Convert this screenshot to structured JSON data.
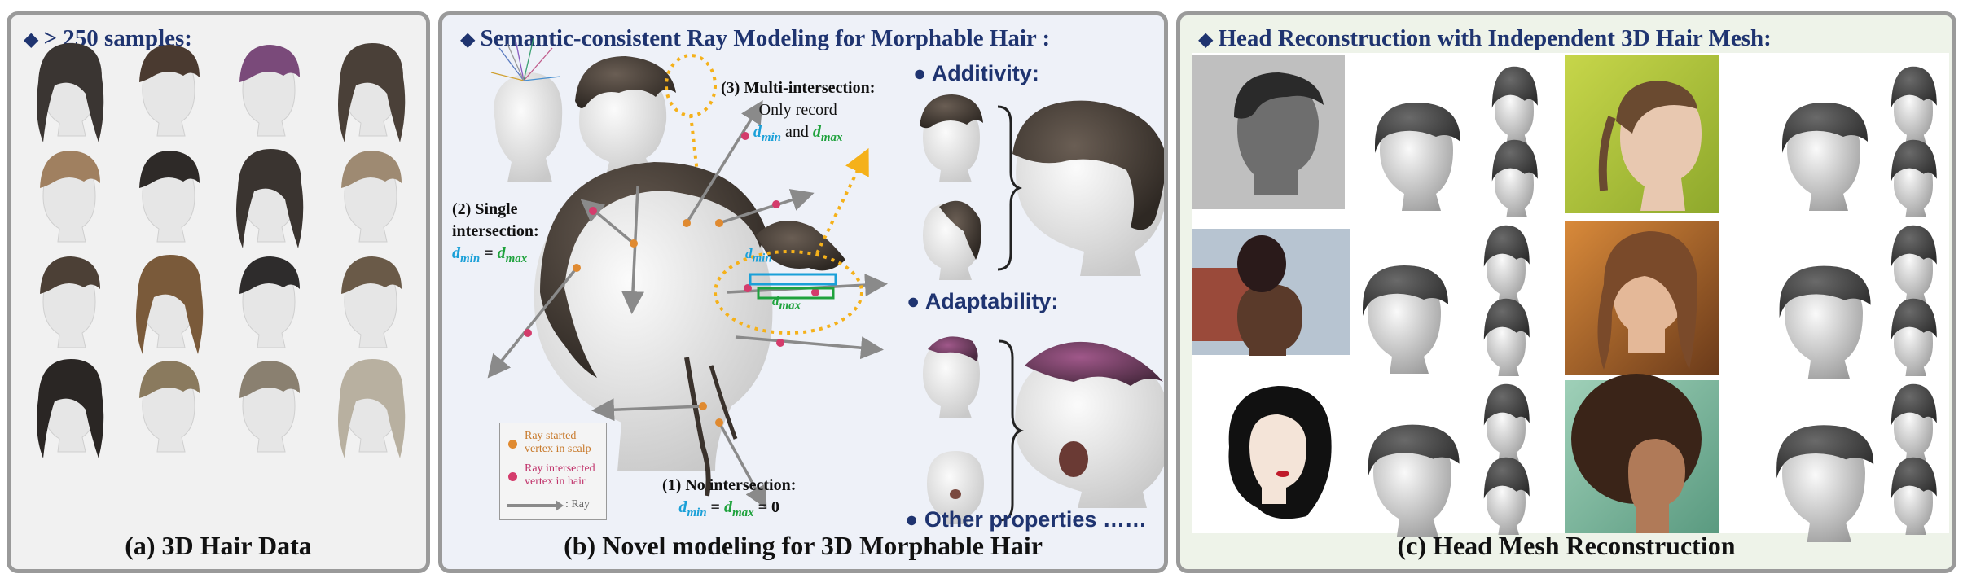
{
  "panel_a": {
    "title": "> 250 samples:",
    "caption": "(a) 3D Hair Data",
    "hair_colors": [
      "#3a3532",
      "#4a3a30",
      "#7a4a7a",
      "#4a4038",
      "#a08060",
      "#2e2a28",
      "#3a3430",
      "#9e8a72",
      "#4c4036",
      "#7a5a3a",
      "#2e2c2c",
      "#6a5a48",
      "#2a2624",
      "#8a7a5e",
      "#8a8070",
      "#b8b0a0"
    ]
  },
  "panel_b": {
    "title": "Semantic-consistent Ray Modeling for Morphable Hair :",
    "caption": "(b) Novel modeling for 3D Morphable Hair",
    "label_multi": {
      "line1": "(3) Multi-intersection:",
      "line2": "Only record",
      "dmin": "d",
      "dmin_sub": "min",
      "and": "and",
      "dmax": "d",
      "dmax_sub": "max"
    },
    "label_single": {
      "line1": "(2) Single",
      "line2": "intersection:",
      "d1": "d",
      "d1_sub": "min",
      "eq": "=",
      "d2": "d",
      "d2_sub": "max"
    },
    "label_none": {
      "line1": "(1) No intersection:",
      "d1": "d",
      "d1_sub": "min",
      "eq1": "=",
      "d2": "d",
      "d2_sub": "max",
      "eq2": "= 0"
    },
    "inset_dmin": "d",
    "inset_dmin_sub": "min",
    "inset_dmax": "d",
    "inset_dmax_sub": "max",
    "legend": {
      "scalp_line1": "Ray started",
      "scalp_line2": "vertex in scalp",
      "hair_line1": "Ray intersected",
      "hair_line2": "vertex in hair",
      "ray": ": Ray"
    },
    "bullets": {
      "additivity": "Additivity:",
      "adaptability": "Adaptability:",
      "other": "Other properties ……"
    },
    "colors": {
      "dmin": "#1aa0d8",
      "dmax": "#1fa23d",
      "scalp": "#e08a30",
      "hair": "#d43c6c",
      "dotted": "#f5b11a"
    }
  },
  "panel_c": {
    "title": "Head Reconstruction with Independent 3D Hair Mesh:",
    "caption": "(c) Head Mesh Reconstruction"
  }
}
